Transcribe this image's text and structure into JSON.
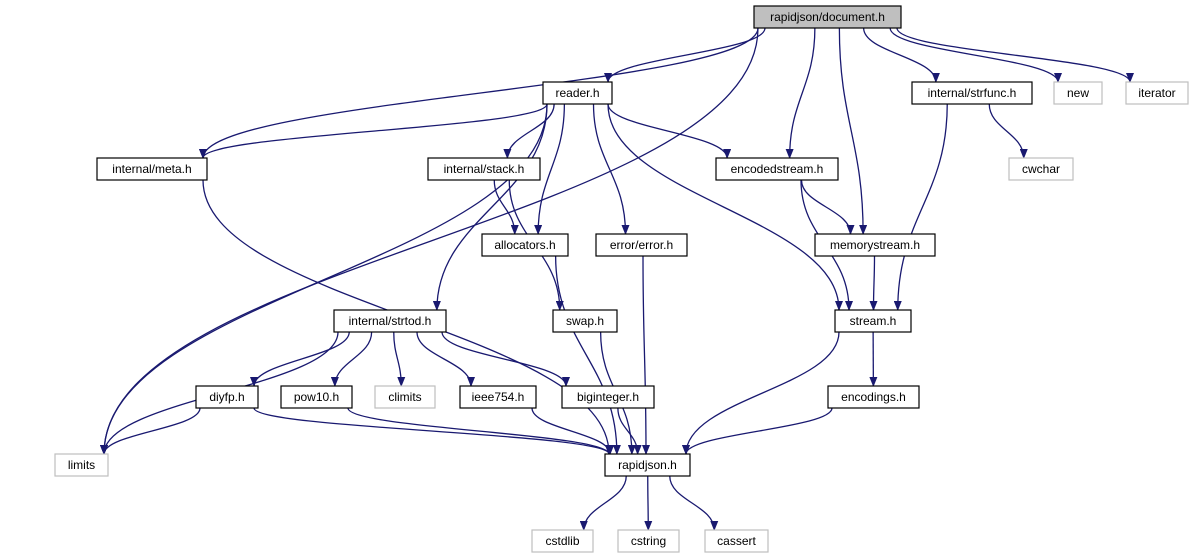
{
  "graph": {
    "colors": {
      "edge": "#191970",
      "node_border": "#000000",
      "external_border": "#bfbfbf",
      "root_fill": "#bfbfbf",
      "node_fill": "#ffffff"
    },
    "nodes": [
      {
        "id": "document",
        "label": "rapidjson/document.h",
        "style": "root"
      },
      {
        "id": "reader",
        "label": "reader.h",
        "style": "normal"
      },
      {
        "id": "strfunc",
        "label": "internal/strfunc.h",
        "style": "normal"
      },
      {
        "id": "new",
        "label": "new",
        "style": "external"
      },
      {
        "id": "iterator",
        "label": "iterator",
        "style": "external"
      },
      {
        "id": "meta",
        "label": "internal/meta.h",
        "style": "normal"
      },
      {
        "id": "stack",
        "label": "internal/stack.h",
        "style": "normal"
      },
      {
        "id": "encodedstream",
        "label": "encodedstream.h",
        "style": "normal"
      },
      {
        "id": "cwchar",
        "label": "cwchar",
        "style": "external"
      },
      {
        "id": "allocators",
        "label": "allocators.h",
        "style": "normal"
      },
      {
        "id": "error",
        "label": "error/error.h",
        "style": "normal"
      },
      {
        "id": "memorystream",
        "label": "memorystream.h",
        "style": "normal"
      },
      {
        "id": "strtod",
        "label": "internal/strtod.h",
        "style": "normal"
      },
      {
        "id": "swap",
        "label": "swap.h",
        "style": "normal"
      },
      {
        "id": "stream",
        "label": "stream.h",
        "style": "normal"
      },
      {
        "id": "diyfp",
        "label": "diyfp.h",
        "style": "normal"
      },
      {
        "id": "pow10",
        "label": "pow10.h",
        "style": "normal"
      },
      {
        "id": "climits",
        "label": "climits",
        "style": "external"
      },
      {
        "id": "ieee754",
        "label": "ieee754.h",
        "style": "normal"
      },
      {
        "id": "biginteger",
        "label": "biginteger.h",
        "style": "normal"
      },
      {
        "id": "encodings",
        "label": "encodings.h",
        "style": "normal"
      },
      {
        "id": "limits",
        "label": "limits",
        "style": "external"
      },
      {
        "id": "rapidjson",
        "label": "rapidjson.h",
        "style": "normal"
      },
      {
        "id": "cstdlib",
        "label": "cstdlib",
        "style": "external"
      },
      {
        "id": "cstring",
        "label": "cstring",
        "style": "external"
      },
      {
        "id": "cassert",
        "label": "cassert",
        "style": "external"
      }
    ],
    "edges": [
      {
        "from": "document",
        "to": "reader"
      },
      {
        "from": "document",
        "to": "meta"
      },
      {
        "from": "document",
        "to": "limits"
      },
      {
        "from": "document",
        "to": "encodedstream"
      },
      {
        "from": "document",
        "to": "memorystream"
      },
      {
        "from": "document",
        "to": "strfunc"
      },
      {
        "from": "document",
        "to": "new"
      },
      {
        "from": "document",
        "to": "iterator"
      },
      {
        "from": "reader",
        "to": "meta"
      },
      {
        "from": "reader",
        "to": "stack"
      },
      {
        "from": "reader",
        "to": "allocators"
      },
      {
        "from": "reader",
        "to": "error"
      },
      {
        "from": "reader",
        "to": "encodedstream"
      },
      {
        "from": "reader",
        "to": "stream"
      },
      {
        "from": "reader",
        "to": "strtod"
      },
      {
        "from": "reader",
        "to": "limits"
      },
      {
        "from": "strfunc",
        "to": "cwchar"
      },
      {
        "from": "strfunc",
        "to": "stream"
      },
      {
        "from": "meta",
        "to": "rapidjson"
      },
      {
        "from": "stack",
        "to": "allocators"
      },
      {
        "from": "stack",
        "to": "swap"
      },
      {
        "from": "encodedstream",
        "to": "memorystream"
      },
      {
        "from": "encodedstream",
        "to": "stream"
      },
      {
        "from": "memorystream",
        "to": "stream"
      },
      {
        "from": "allocators",
        "to": "rapidjson"
      },
      {
        "from": "error",
        "to": "rapidjson"
      },
      {
        "from": "swap",
        "to": "rapidjson"
      },
      {
        "from": "stream",
        "to": "encodings"
      },
      {
        "from": "stream",
        "to": "rapidjson"
      },
      {
        "from": "strtod",
        "to": "limits"
      },
      {
        "from": "strtod",
        "to": "diyfp"
      },
      {
        "from": "strtod",
        "to": "pow10"
      },
      {
        "from": "strtod",
        "to": "climits"
      },
      {
        "from": "strtod",
        "to": "ieee754"
      },
      {
        "from": "strtod",
        "to": "biginteger"
      },
      {
        "from": "diyfp",
        "to": "limits"
      },
      {
        "from": "diyfp",
        "to": "rapidjson"
      },
      {
        "from": "pow10",
        "to": "rapidjson"
      },
      {
        "from": "ieee754",
        "to": "rapidjson"
      },
      {
        "from": "biginteger",
        "to": "rapidjson"
      },
      {
        "from": "encodings",
        "to": "rapidjson"
      },
      {
        "from": "rapidjson",
        "to": "cstdlib"
      },
      {
        "from": "rapidjson",
        "to": "cstring"
      },
      {
        "from": "rapidjson",
        "to": "cassert"
      }
    ]
  }
}
